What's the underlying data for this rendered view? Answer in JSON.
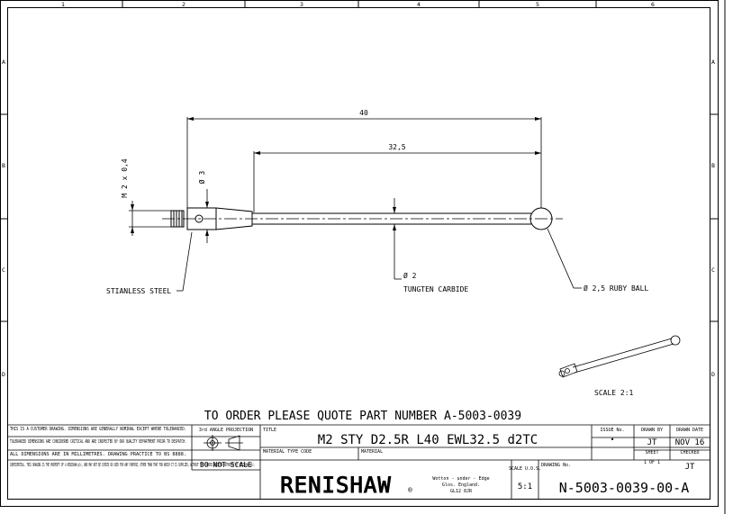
{
  "border": {
    "columns": [
      "1",
      "2",
      "3",
      "4",
      "5",
      "6"
    ],
    "rows": [
      "A",
      "B",
      "C",
      "D"
    ]
  },
  "dimensions": {
    "overall_length": "40",
    "effective_working_length": "32,5",
    "thread": "M 2 x 0,4",
    "body_diameter": "Ø 3",
    "stem_diameter": "Ø 2",
    "stem_material": "TUNGTEN CARBIDE",
    "ball": "Ø 2,5 RUBY BALL",
    "body_material": "STIANLESS STEEL"
  },
  "isometric_scale": "SCALE 2:1",
  "order_note": "TO ORDER PLEASE QUOTE PART NUMBER A-5003-0039",
  "title_block": {
    "notes": [
      "THIS IS A CUSTOMER DRAWING. DIMENSIONS ARE GENERALLY NOMINAL EXCEPT WHERE TOLERANCED.",
      "TOLERANCED DIMENSIONS ARE CONSIDERED CRITICAL AND ARE INSPECTED BY OUR QUALITY DEPARTMENT PRIOR TO DESPATCH.",
      "ALL DIMENSIONS ARE IN MILLIMETRES. DRAWING PRACTICE TO BS 8888."
    ],
    "confidential": "CONFIDENTIAL. THIS DRAWING IS THE PROPERTY OF © RENISHAW plc, AND MAY NOT BE COPIED OR USED FOR ANY PURPOSE, OTHER THAN THAT FOR WHICH IT IS SUPPLIED, WITHOUT THE EXPRESS WRITTEN AUTHORITY OF RENISHAW plc.",
    "projection_label": "3rd ANGLE PROJECTION",
    "do_not_scale": "DO NOT SCALE",
    "title_label": "TITLE",
    "title": "M2 STY D2.5R L40 EWL32.5 d2TC",
    "material_type_code_label": "MATERIAL TYPE CODE",
    "material_label": "MATERIAL",
    "issue_label": "ISSUE No.",
    "issue": "•",
    "drawn_by_label": "DRAWN BY",
    "drawn_by": "JT",
    "drawn_date_label": "DRAWN DATE",
    "drawn_date": "NOV 16",
    "sheet_label": "SHEET",
    "sheet": "1 OF 1",
    "checked_label": "CHECKED",
    "checked": "JT",
    "logo": "RENISHAW",
    "logo_mark": "®",
    "address": [
      "Wotton - under - Edge",
      "Glos. England.",
      "GL12 8JR"
    ],
    "scale_label": "SCALE U.O.S.",
    "scale": "5:1",
    "drawing_no_label": "DRAWING No.",
    "drawing_no": "N-5003-0039-00-A"
  }
}
